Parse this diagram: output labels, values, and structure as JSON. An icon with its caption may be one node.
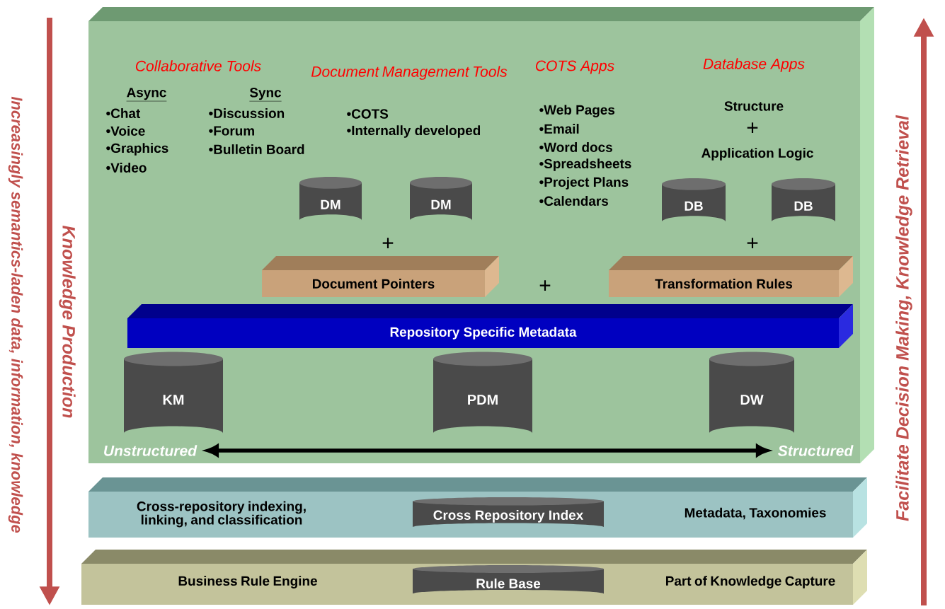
{
  "diagram": {
    "nodes": [
      {
        "text": [],
        "shape": "box"
      },
      {
        "text": [
          "Document Pointers"
        ],
        "in": 0
      },
      {
        "text": [
          "Transformation Rules"
        ],
        "in": 0
      },
      {
        "text": [
          "Repository Specific Metadata"
        ],
        "in": 0
      },
      {
        "text": [
          "DM"
        ],
        "in": 0
      },
      {
        "text": [
          "DM"
        ],
        "in": 0
      },
      {
        "text": [
          "DB"
        ],
        "in": 0
      },
      {
        "text": [
          "DB"
        ],
        "in": 0
      },
      {
        "text": [
          "KM"
        ],
        "in": 0
      },
      {
        "text": [
          "PDM"
        ],
        "in": 0
      },
      {
        "text": [
          "DW"
        ],
        "in": 0
      },
      {
        "text": [
          "Unstructured"
        ],
        "in": 0
      },
      {
        "text": [
          "Structured"
        ],
        "in": 0
      },
      {
        "text": [
          "Cross-repository indexing, linking, and classification",
          "Metadata, Taxonomies"
        ]
      },
      {
        "text": [
          "Cross Repository Index"
        ],
        "in": 13
      },
      {
        "text": [
          "Business Rule Engine",
          "Part of Knowledge Capture"
        ]
      },
      {
        "text": [
          "Rule Base"
        ],
        "in": 15
      }
    ],
    "edges": [
      {
        "from": 11,
        "to": 12,
        "arrow": "both"
      }
    ],
    "labels": [
      "Collaborative Tools",
      "Document Management Tools",
      "COTS Apps",
      "Database Apps",
      "Async",
      "•Chat",
      "•Voice",
      "•Graphics",
      "•Video",
      "Sync",
      "•Discussion",
      "•Forum",
      "•Bulletin Board",
      "•COTS",
      "•Internally developed",
      "•Web Pages",
      "•Email",
      "•Word docs",
      "•Spreadsheets",
      "•Project Plans",
      "•Calendars",
      "Structure",
      "+",
      "Application Logic",
      "+",
      "+",
      "+",
      "Knowledge Production",
      "Increasingly semantics-laden data, information, knowledge",
      "Facilitate Decision Making, Knowledge Retrieval"
    ]
  }
}
